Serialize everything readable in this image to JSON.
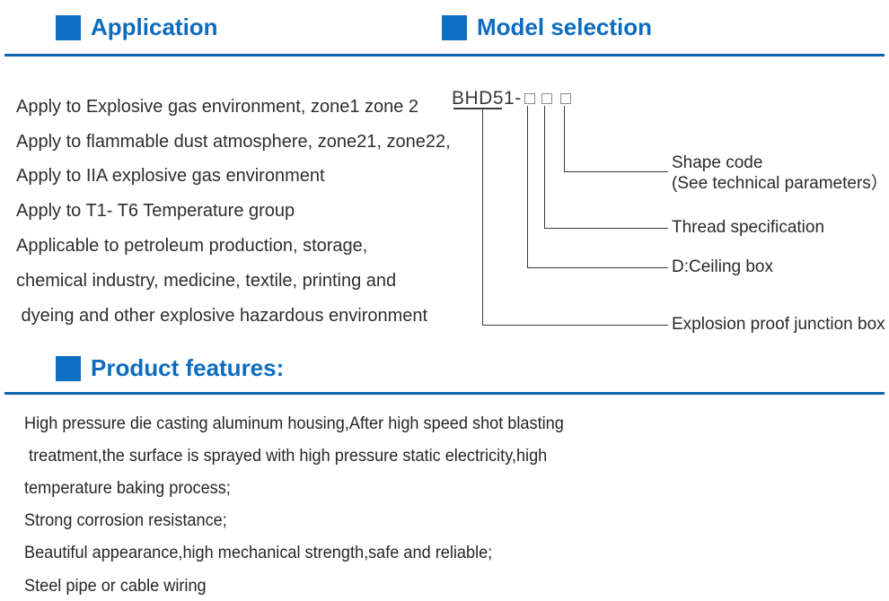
{
  "colors": {
    "accent_blue": "#0d70c5",
    "rule_blue": "#0c63ae",
    "body_text": "#2e2e2e",
    "diagram_line": "#3a3a3a",
    "placeholder_box_border": "#8c8c8c"
  },
  "sections": {
    "application": {
      "title": "Application",
      "lines": [
        "Apply to Explosive gas environment, zone1 zone 2",
        "Apply to flammable dust atmosphere, zone21, zone22,",
        "Apply to IIA explosive gas environment",
        "Apply to T1- T6 Temperature group",
        "Applicable to petroleum production, storage,",
        "chemical industry, medicine, textile, printing and",
        " dyeing and other explosive hazardous environment"
      ]
    },
    "model_selection": {
      "title": "Model selection",
      "model_code": "BHD51-",
      "labels": {
        "shape_code": "Shape code",
        "shape_code_note": "(See technical parameters）",
        "thread_spec": "Thread specification",
        "ceiling_box": "D:Ceiling box",
        "junction_box": "Explosion proof junction box"
      }
    },
    "product_features": {
      "title": "Product features:",
      "lines": [
        "High pressure die casting aluminum housing,After high speed shot blasting",
        " treatment,the surface is sprayed with high pressure static electricity,high",
        "temperature baking process;",
        "Strong corrosion resistance;",
        "Beautiful appearance,high mechanical strength,safe and reliable;",
        "Steel pipe or cable wiring"
      ]
    }
  }
}
